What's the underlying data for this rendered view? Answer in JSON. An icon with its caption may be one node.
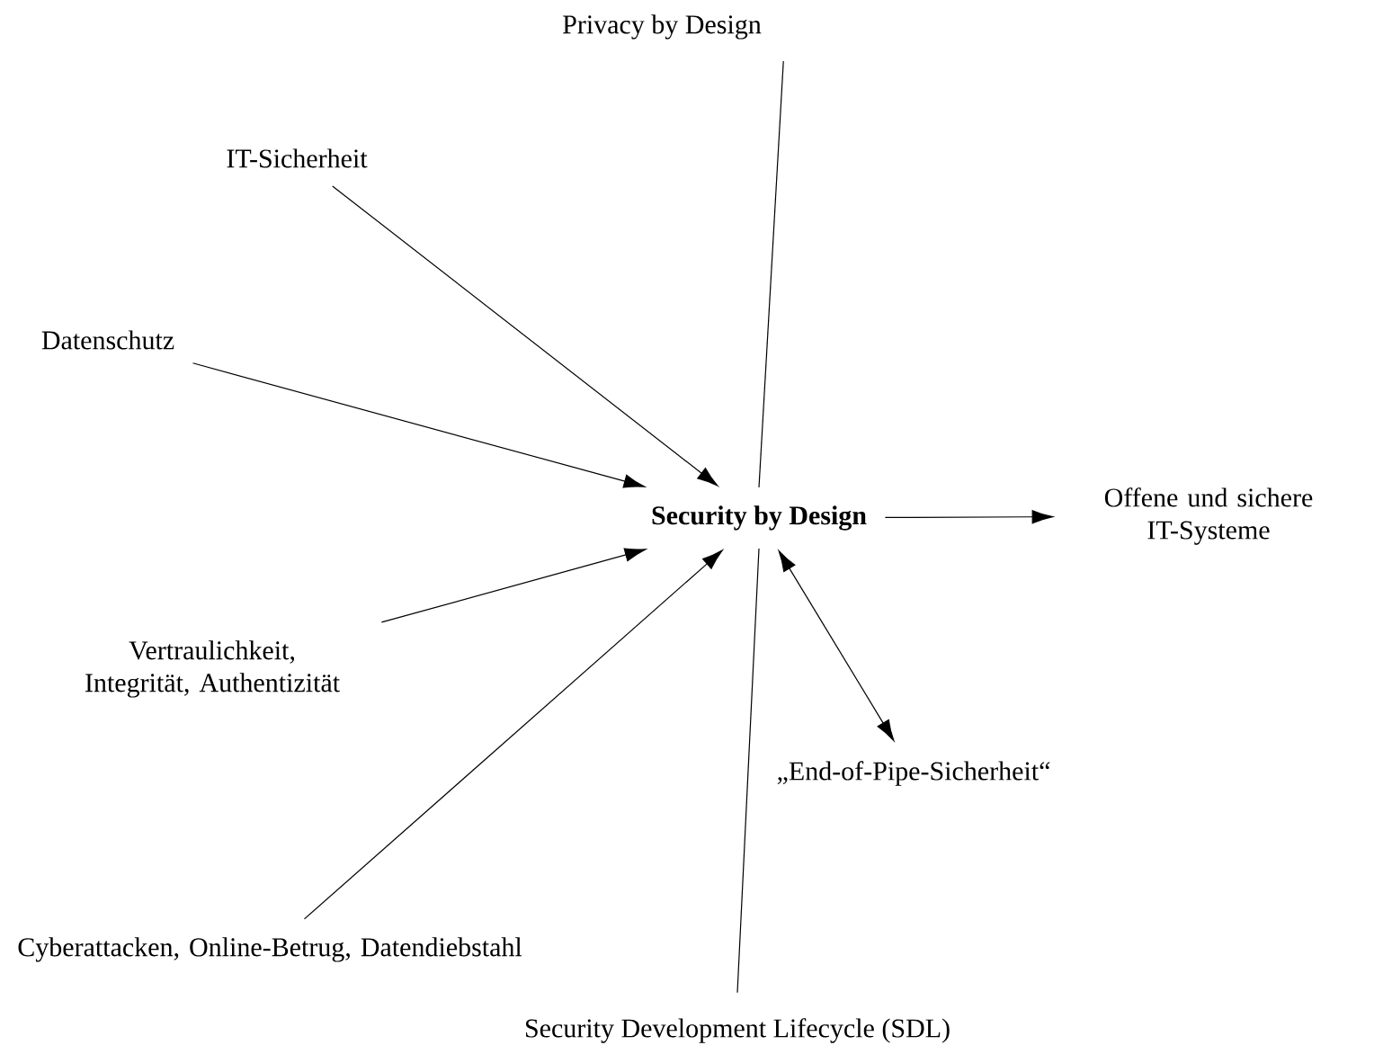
{
  "diagram": {
    "nodes": [
      {
        "text": [
          "Privacy by Design"
        ]
      },
      {
        "text": [
          "IT-Sicherheit"
        ]
      },
      {
        "text": [
          "Datenschutz"
        ]
      },
      {
        "text": [
          "**Security by Design**"
        ]
      },
      {
        "text": [
          "Offene und sichere IT-Systeme"
        ]
      },
      {
        "text": [
          "Vertraulichkeit, Integrität, Authentizität"
        ]
      },
      {
        "text": [
          "„End-of-Pipe-Sicherheit“"
        ]
      },
      {
        "text": [
          "Cyberattacken, Online-Betrug, Datendiebstahl"
        ]
      },
      {
        "text": [
          "Security Development Lifecycle (SDL)"
        ]
      }
    ],
    "edges": [
      {
        "from": 0,
        "to": 3,
        "arrow": "none"
      },
      {
        "from": 1,
        "to": 3,
        "arrow": "to"
      },
      {
        "from": 2,
        "to": 3,
        "arrow": "to"
      },
      {
        "from": 3,
        "to": 4,
        "arrow": "to"
      },
      {
        "from": 5,
        "to": 3,
        "arrow": "to"
      },
      {
        "from": 6,
        "to": 3,
        "arrow": "both"
      },
      {
        "from": 7,
        "to": 3,
        "arrow": "to"
      },
      {
        "from": 8,
        "to": 3,
        "arrow": "none"
      }
    ]
  }
}
